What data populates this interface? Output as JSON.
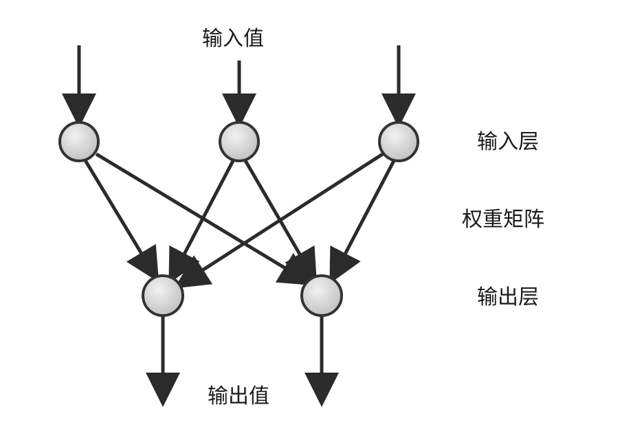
{
  "labels": {
    "input_values": "输入值",
    "input_layer": "输入层",
    "weight_matrix": "权重矩阵",
    "output_layer": "输出层",
    "output_values": "输出值"
  },
  "nodes": {
    "input_count": 3,
    "output_count": 2
  },
  "colors": {
    "line": "#2b2b2b",
    "node_fill": "#d8d8d8",
    "node_stroke": "#333333",
    "text": "#1a1a1a"
  }
}
